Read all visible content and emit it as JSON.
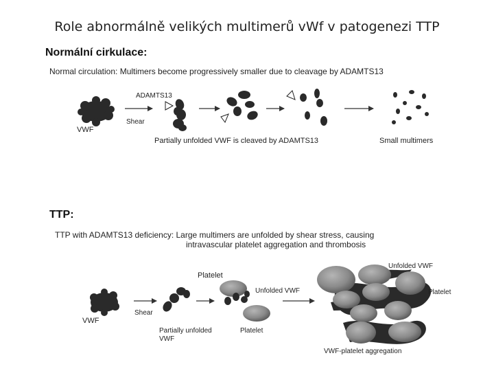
{
  "slide": {
    "title": "Role abnormálně velikých multimerů vWf v patogenezi TTP"
  },
  "normal_section": {
    "heading": "Normální cirkulace:",
    "caption": "Normal circulation:  Multimers become progressively smaller due to cleavage by ADAMTS13",
    "label_adamts13": "ADAMTS13",
    "label_vwf": "VWF",
    "label_shear": "Shear",
    "label_partially_unfolded": "Partially unfolded VWF is cleaved by ADAMTS13",
    "label_small_multimers": "Small multimers"
  },
  "ttp_section": {
    "heading": "TTP:",
    "caption_line1": "TTP with ADAMTS13 deficiency:  Large multimers are unfolded by shear stress, causing",
    "caption_line2": "intravascular platelet aggregation and thrombosis",
    "label_vwf": "VWF",
    "label_shear": "Shear",
    "label_partially_unfolded_1": "Partially unfolded",
    "label_partially_unfolded_2": "VWF",
    "label_platelet_top": "Platelet",
    "label_unfolded_vwf_mid": "Unfolded VWF",
    "label_platelet_bottom": "Platelet",
    "label_unfolded_vwf_right": "Unfolded VWF",
    "label_platelet_right": "Platelet",
    "label_aggregation": "VWF-platelet aggregation"
  },
  "colors": {
    "multimer": "#2a2a2a",
    "platelet": "#8a8a8a",
    "arrow": "#333333"
  }
}
